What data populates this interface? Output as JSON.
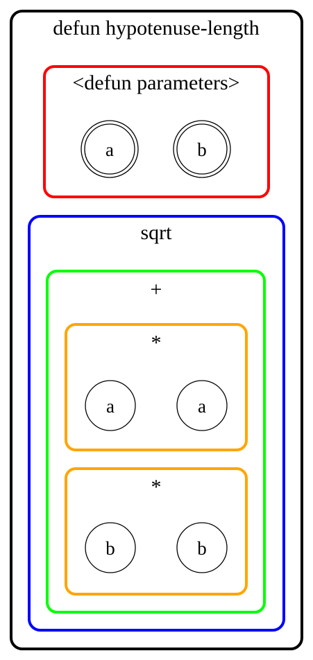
{
  "diagram": {
    "root": {
      "label": "defun hypotenuse-length",
      "color": "#000000"
    },
    "params": {
      "label": "<defun parameters>",
      "color": "#ff0000",
      "nodes": [
        "a",
        "b"
      ],
      "node_style": "double-circle"
    },
    "sqrt": {
      "label": "sqrt",
      "color": "#0000ff"
    },
    "plus": {
      "label": "+",
      "color": "#00ff00"
    },
    "mult1": {
      "label": "*",
      "color": "#ffa500",
      "nodes": [
        "a",
        "a"
      ],
      "node_style": "circle"
    },
    "mult2": {
      "label": "*",
      "color": "#ffa500",
      "nodes": [
        "b",
        "b"
      ],
      "node_style": "circle"
    }
  }
}
